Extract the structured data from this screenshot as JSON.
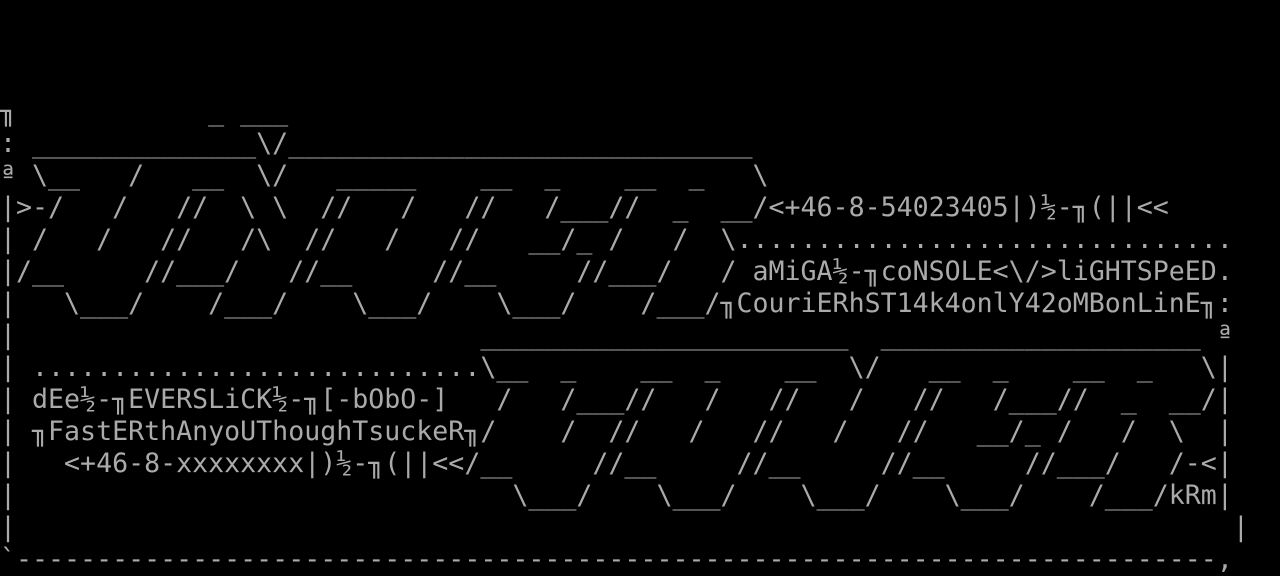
{
  "terminal": {
    "lines": [
      "",
      "",
      "",
      "╖            _ ___",
      ": ______________\\/_____________________________",
      "ª \\__   /   __  \\/   _____    __  _    __  _   \\",
      "|>-/   /   //  \\ \\  //   /   //   /___//  _  __/<+46-8-54023405|)½-╖(||<<",
      "| /   /   //   /\\  //   /   //   __/_ /   /  \\...............................",
      "|/__     //___/   //__     //__     //___/   / aMiGA½-╖coNSOLE<\\/>liGHTSPeED.",
      "|   \\___/    /___/    \\___/    \\___/    /___/╖CouriERhST14k4onlY42oMBonLinE╖:",
      "|                             _______________________  ____________________ ª",
      "| ............................\\__  _    __  _    __  \\/   __  _    __  _   \\|",
      "| dEe½-╖EVERSLiCK½-╖[-bObO-]   /   /___//   /   //   /   //   /___//  _  __/|",
      "| ╖FastERthAnyoUThoughTsuckeR╖/    /  //   /   //   /   //   __/_ /   /  \\  |",
      "|   <+46-8-xxxxxxxx|)½-╖(||<</__     //__     //__     //__     //___/   /-<|",
      "|                               \\___/    \\___/    \\___/    \\___/    /___/kRm|",
      "|                                                                            |",
      "`---------------------------------------------------------------------------,"
    ]
  },
  "colors": {
    "background": "#000000",
    "text": "#aaaaaa"
  }
}
